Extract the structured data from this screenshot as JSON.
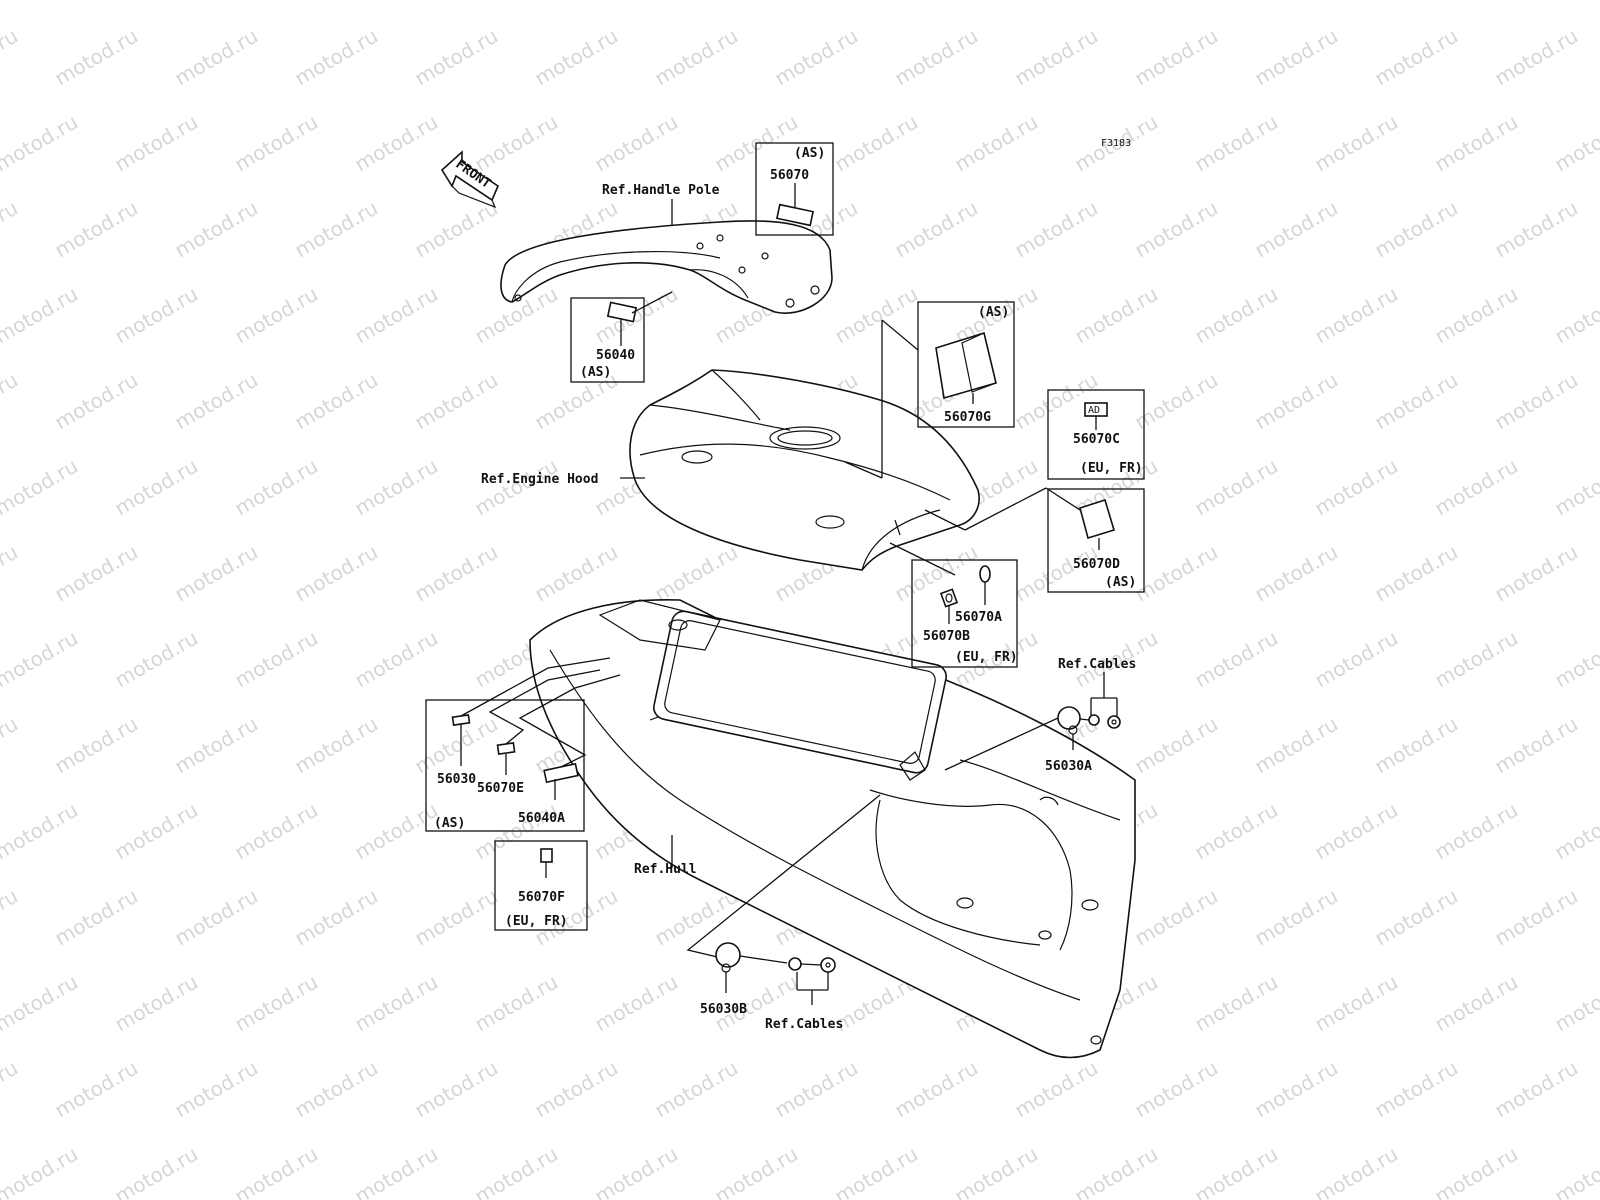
{
  "figure_code": "F3183",
  "front_arrow": "FRONT",
  "watermark": "motod.ru",
  "refs": {
    "handle_pole": "Ref.Handle Pole",
    "engine_hood": "Ref.Engine Hood",
    "cables_right": "Ref.Cables",
    "hull": "Ref.Hull",
    "cables_bottom": "Ref.Cables"
  },
  "callouts": {
    "p56070": {
      "part": "56070",
      "note": "(AS)"
    },
    "p56040": {
      "part": "56040",
      "note": "(AS)"
    },
    "p56070G": {
      "part": "56070G",
      "note": "(AS)"
    },
    "p56070C": {
      "part": "56070C",
      "note": "(EU, FR)"
    },
    "p56070D": {
      "part": "56070D",
      "note": "(AS)"
    },
    "p56070A": {
      "part": "56070A"
    },
    "p56070B": {
      "part": "56070B",
      "note": "(EU, FR)"
    },
    "p56030A": {
      "part": "56030A"
    },
    "p56030": {
      "part": "56030"
    },
    "p56070E": {
      "part": "56070E"
    },
    "p56040A": {
      "part": "56040A",
      "note": "(AS)"
    },
    "p56070F": {
      "part": "56070F",
      "note": "(EU, FR)"
    },
    "p56030B": {
      "part": "56030B"
    }
  }
}
